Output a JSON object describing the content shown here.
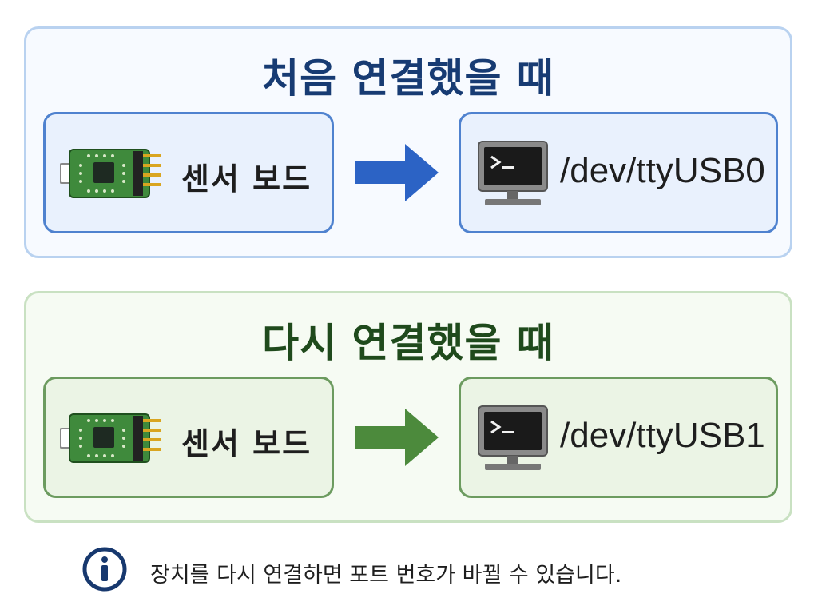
{
  "first": {
    "title": "처음 연결했을 때",
    "device_label": "센서 보드",
    "port_label": "/dev/ttyUSB0",
    "accent_color": "#2c63c5"
  },
  "second": {
    "title": "다시 연결했을 때",
    "device_label": "센서 보드",
    "port_label": "/dev/ttyUSB1",
    "accent_color": "#4c8a3c"
  },
  "note": {
    "text": "장치를 다시 연결하면 포트 번호가 바뀔 수 있습니다.",
    "icon": "info-icon"
  }
}
